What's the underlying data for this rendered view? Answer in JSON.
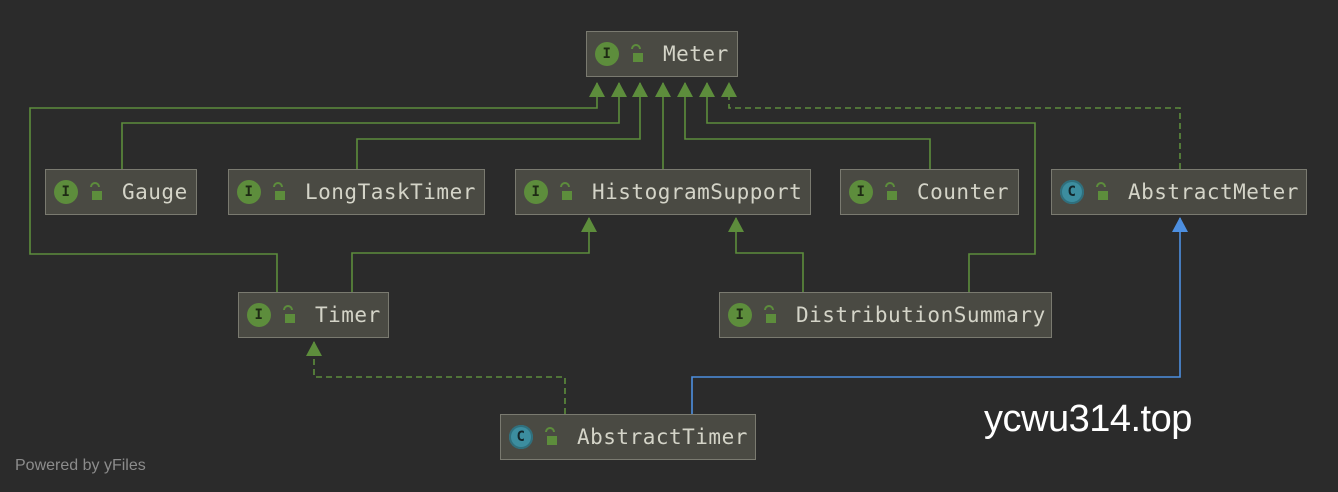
{
  "colors": {
    "background": "#2b2b2b",
    "node_fill": "#4a4a43",
    "node_border": "#7a7a70",
    "text": "#d4d4c8",
    "extends_edge": "#5d8d3c",
    "implements_edge": "#5d8d3c",
    "class_extends_edge": "#4d8fe0",
    "interface_badge": "#5d8d3c",
    "class_badge": "#3c8d9f"
  },
  "icons": {
    "interface": "interface-icon",
    "class": "class-icon",
    "visibility": "public-lock-icon"
  },
  "nodes": [
    {
      "id": "meter",
      "label": "Meter",
      "kind": "interface",
      "badge": "I"
    },
    {
      "id": "gauge",
      "label": "Gauge",
      "kind": "interface",
      "badge": "I"
    },
    {
      "id": "long-task-timer",
      "label": "LongTaskTimer",
      "kind": "interface",
      "badge": "I"
    },
    {
      "id": "histogram-support",
      "label": "HistogramSupport",
      "kind": "interface",
      "badge": "I"
    },
    {
      "id": "counter",
      "label": "Counter",
      "kind": "interface",
      "badge": "I"
    },
    {
      "id": "abstract-meter",
      "label": "AbstractMeter",
      "kind": "class",
      "badge": "C"
    },
    {
      "id": "timer",
      "label": "Timer",
      "kind": "interface",
      "badge": "I"
    },
    {
      "id": "distribution-summary",
      "label": "DistributionSummary",
      "kind": "interface",
      "badge": "I"
    },
    {
      "id": "abstract-timer",
      "label": "AbstractTimer",
      "kind": "class",
      "badge": "C"
    }
  ],
  "edges": [
    {
      "from": "gauge",
      "to": "meter",
      "type": "extends"
    },
    {
      "from": "long-task-timer",
      "to": "meter",
      "type": "extends"
    },
    {
      "from": "histogram-support",
      "to": "meter",
      "type": "extends"
    },
    {
      "from": "counter",
      "to": "meter",
      "type": "extends"
    },
    {
      "from": "abstract-meter",
      "to": "meter",
      "type": "implements"
    },
    {
      "from": "timer",
      "to": "meter",
      "type": "extends"
    },
    {
      "from": "timer",
      "to": "histogram-support",
      "type": "extends"
    },
    {
      "from": "distribution-summary",
      "to": "meter",
      "type": "extends"
    },
    {
      "from": "distribution-summary",
      "to": "histogram-support",
      "type": "extends"
    },
    {
      "from": "abstract-timer",
      "to": "timer",
      "type": "implements"
    },
    {
      "from": "abstract-timer",
      "to": "abstract-meter",
      "type": "class-extends"
    }
  ],
  "watermark": "ycwu314.top",
  "footer": "Powered by yFiles"
}
